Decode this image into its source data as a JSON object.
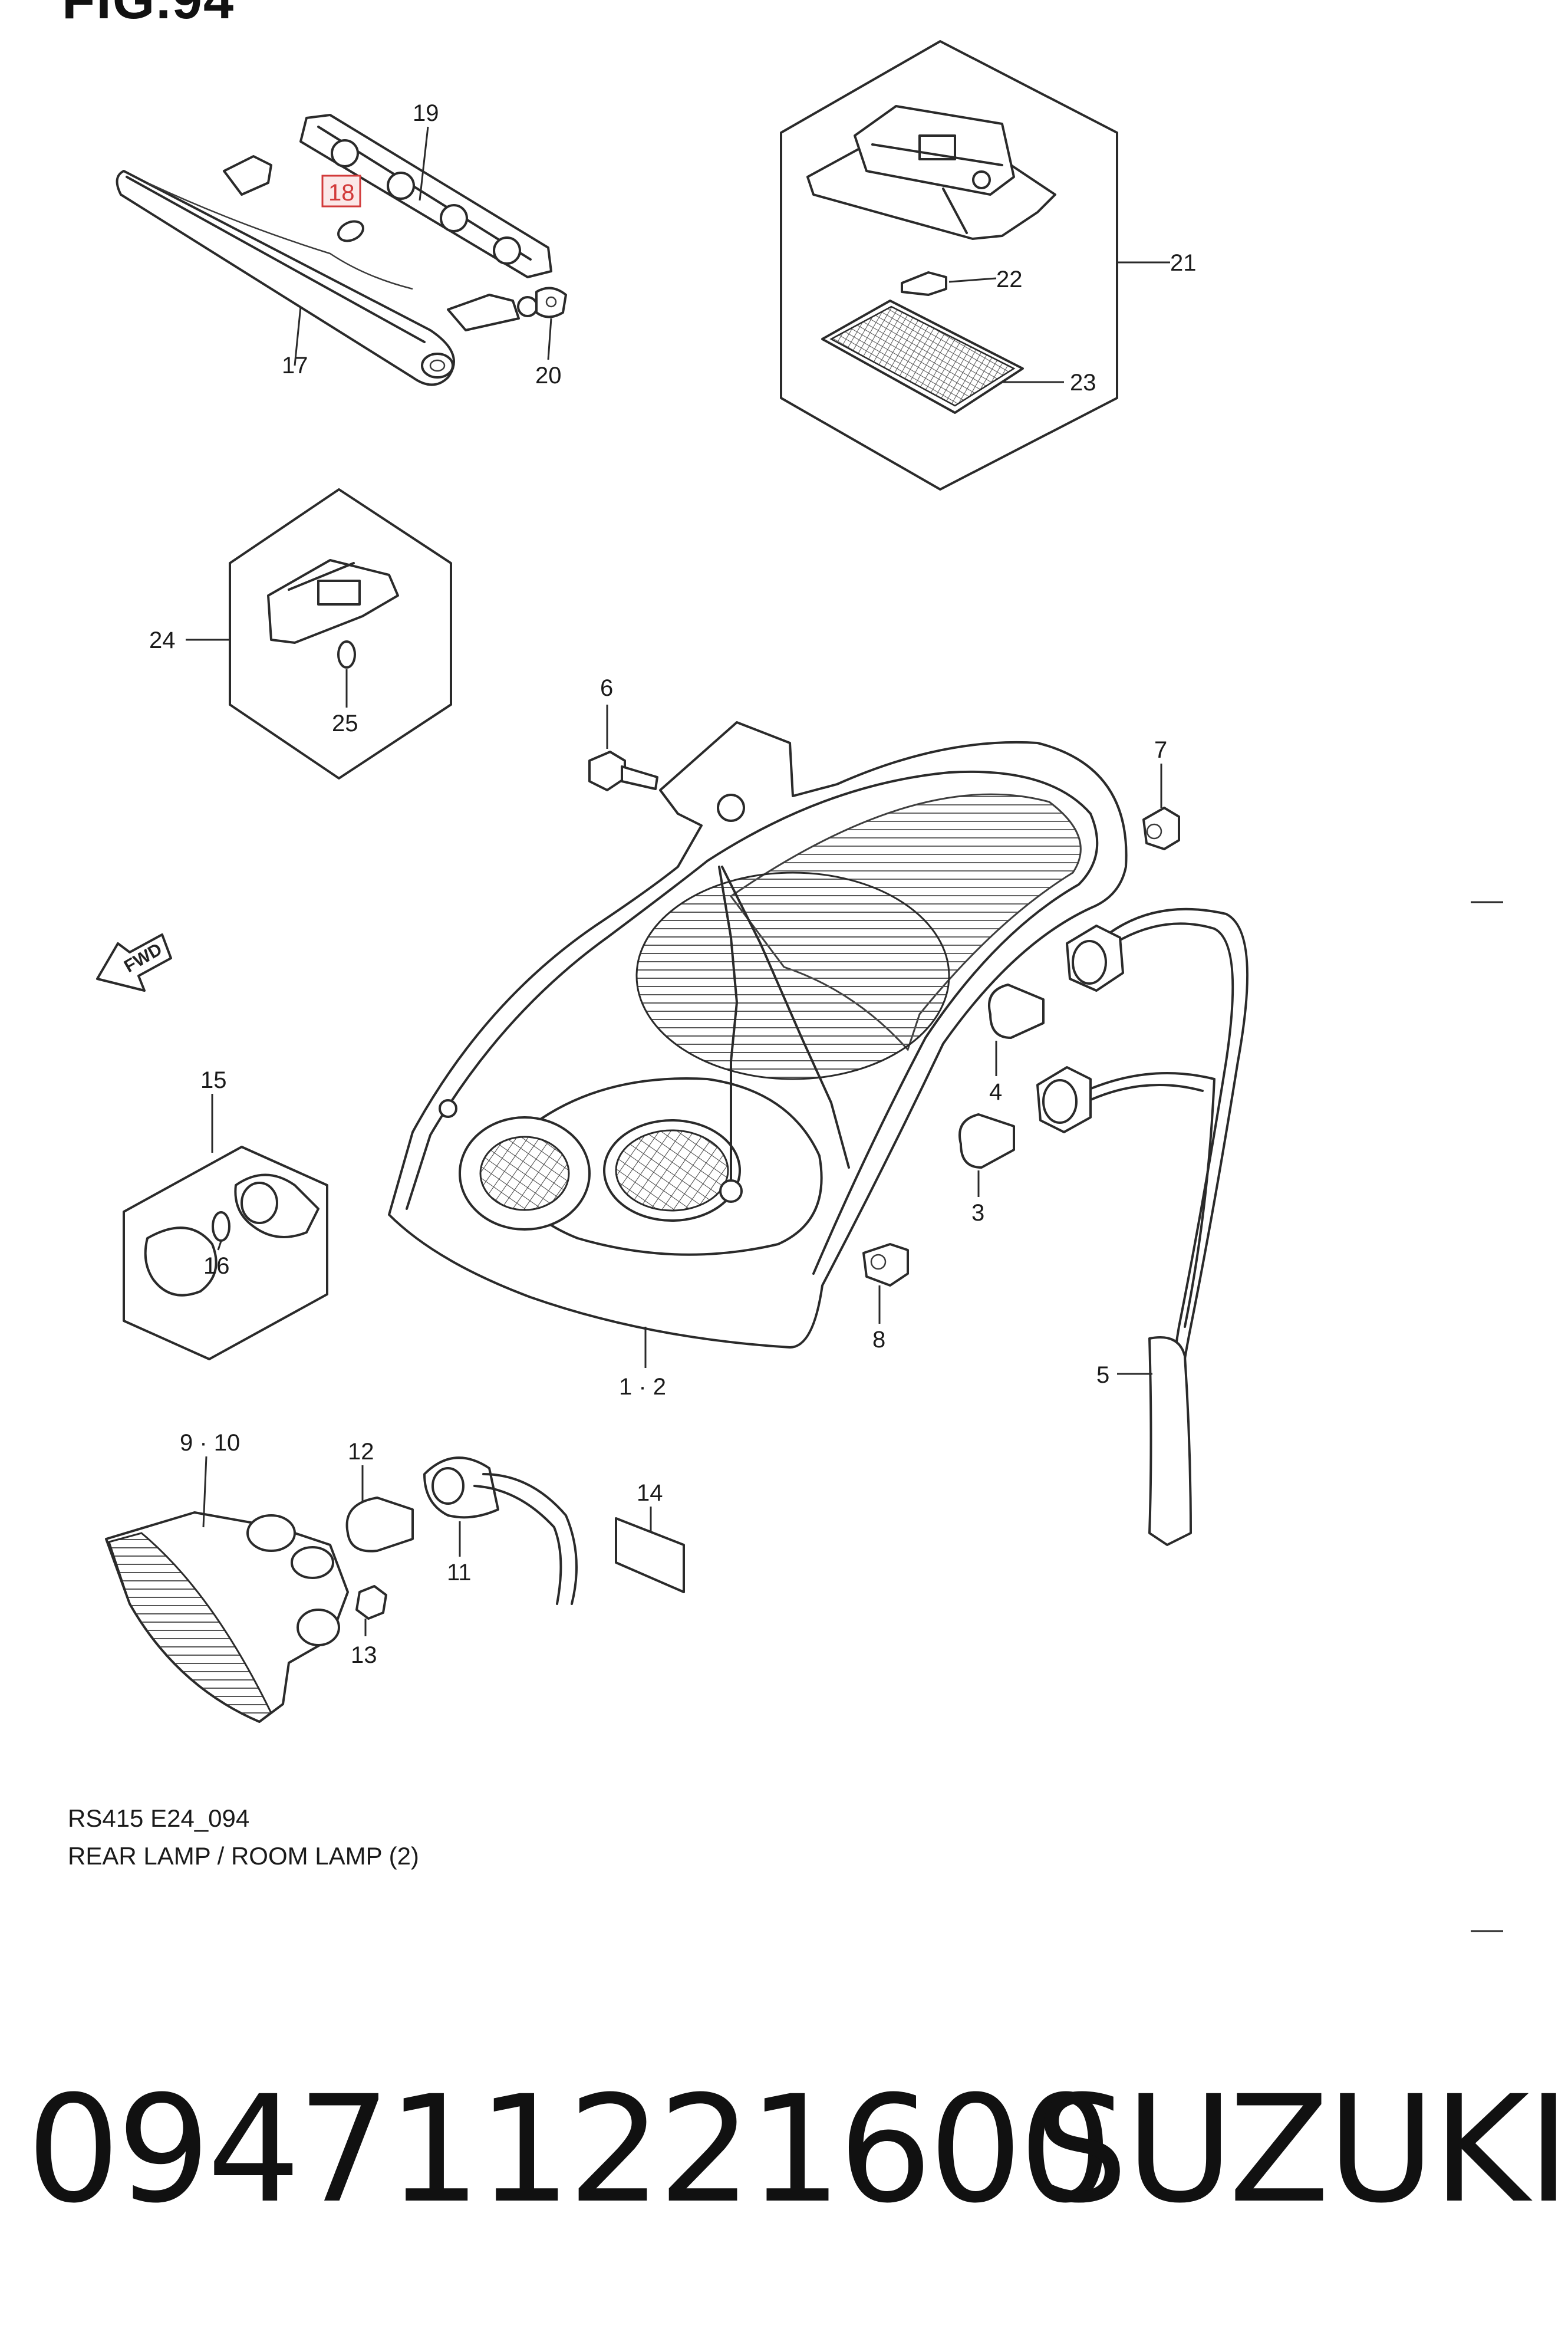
{
  "figure_title": "FIG.94",
  "callouts": {
    "c19": "19",
    "c18": "18",
    "c17": "17",
    "c20": "20",
    "c21": "21",
    "c22": "22",
    "c23": "23",
    "c24": "24",
    "c25": "25",
    "c6": "6",
    "c7": "7",
    "c4": "4",
    "c3": "3",
    "c15": "15",
    "c16": "16",
    "c8": "8",
    "c12": "1 · 2",
    "c5": "5",
    "c910": "9 · 10",
    "c12b": "12",
    "c14": "14",
    "c11": "11",
    "c13": "13"
  },
  "fwd_label": "FWD",
  "caption_code": "RS415 E24_094",
  "caption_title": "REAR LAMP / ROOM LAMP (2)",
  "part_number": "094711221600",
  "brand": "SUZUKI",
  "colors": {
    "highlight": "#d23a3a",
    "line": "#2a2a2a"
  }
}
